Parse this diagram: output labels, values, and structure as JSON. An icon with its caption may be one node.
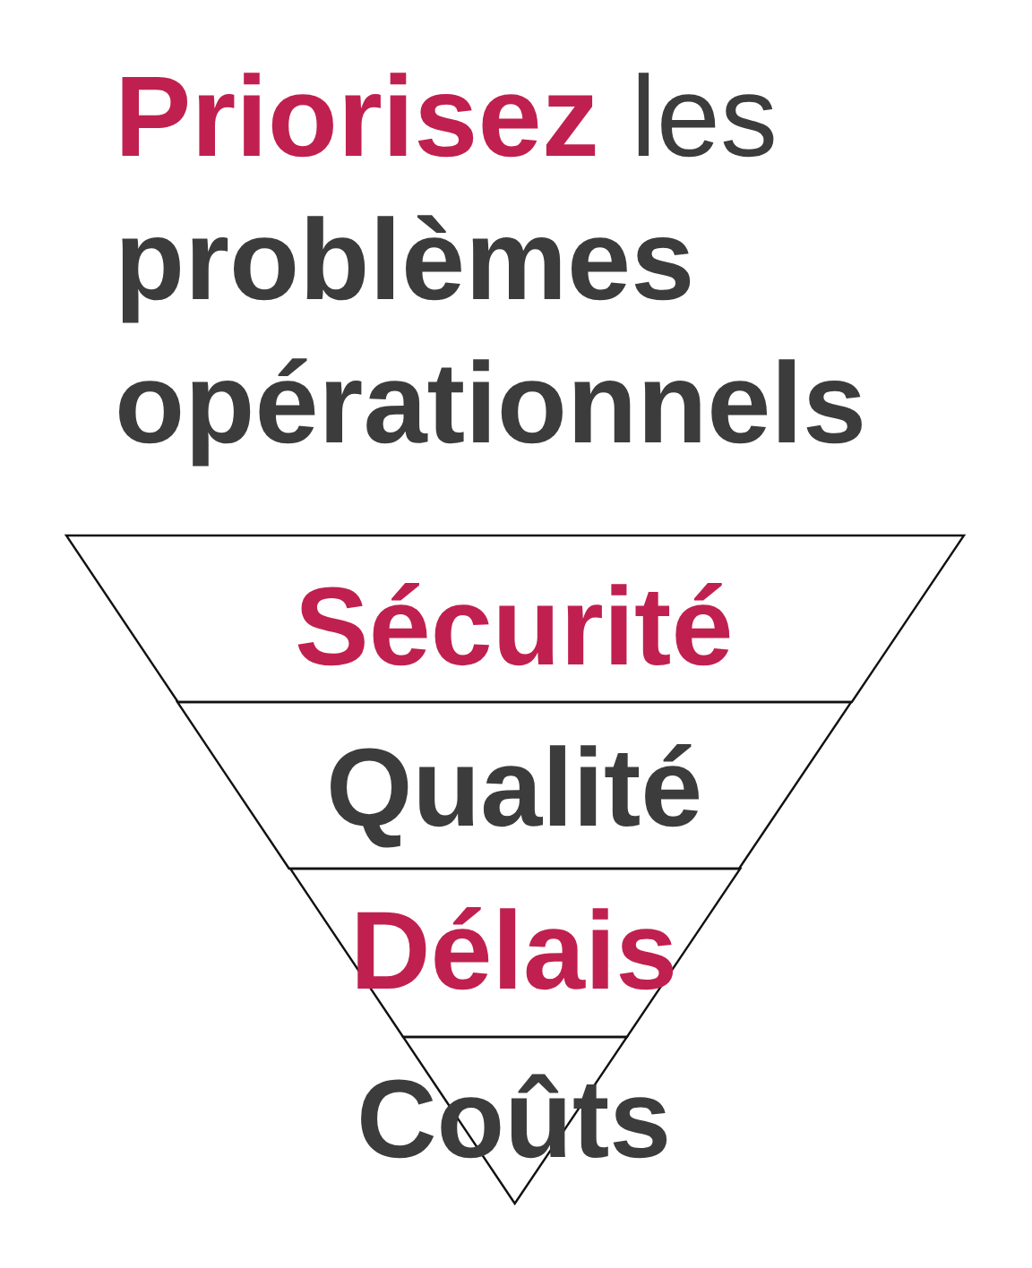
{
  "diagram": {
    "title": "**Priorisez** les **problèmes opérationnels**",
    "nodes": [
      {
        "text": [
          "Sécurité"
        ]
      },
      {
        "text": [
          "Qualité"
        ]
      },
      {
        "text": [
          "Délais"
        ]
      },
      {
        "text": [
          "Coûts"
        ]
      }
    ]
  }
}
